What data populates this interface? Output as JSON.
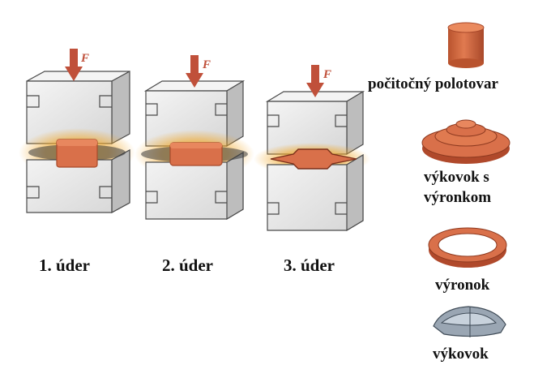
{
  "force_symbol": "F",
  "steps": [
    {
      "label": "1. úder"
    },
    {
      "label": "2. úder"
    },
    {
      "label": "3. úder"
    }
  ],
  "products": [
    {
      "label": "počitočný polotovar"
    },
    {
      "label": "výkovok s",
      "label_line2": "výronkom"
    },
    {
      "label": "výronok"
    },
    {
      "label": "výkovok"
    }
  ],
  "colors": {
    "die_face": "#e9e9e9",
    "die_side": "#bdbdbd",
    "die_top": "#f4f4f4",
    "die_edge": "#4a4a4a",
    "workpiece": "#d9704a",
    "workpiece_dark": "#a84a2a",
    "heat_glow": "#f2a623",
    "arrow": "#c0503a"
  }
}
